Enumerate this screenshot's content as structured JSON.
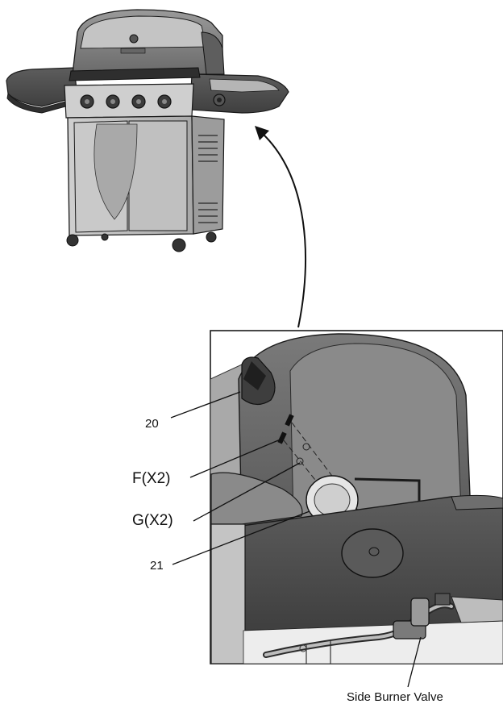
{
  "callouts": {
    "part_20": "20",
    "part_f": "F(X2)",
    "part_g": "G(X2)",
    "part_21": "21"
  },
  "caption": "Side Burner Valve",
  "colors": {
    "body_fill": "#bdbdbd",
    "body_dark": "#6e6e6e",
    "body_darker": "#4a4a4a",
    "light_fill": "#e3e3e3",
    "outline": "#1a1a1a"
  }
}
